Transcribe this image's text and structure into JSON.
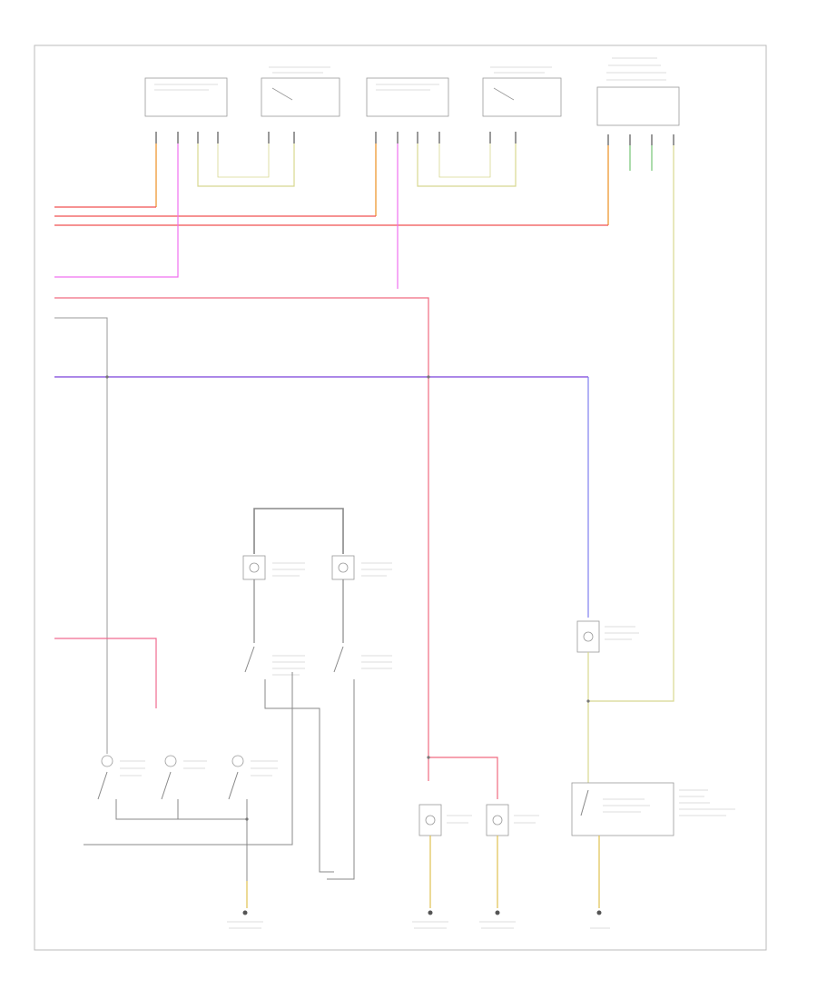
{
  "diagram": {
    "type": "wiring-diagram",
    "footer_tag": "",
    "colors": {
      "frame": "#bbbbbb",
      "component": "#999999",
      "wire_gray": "#888888",
      "wire_orange": "#f0a040",
      "wire_yellow": "#d8d890",
      "wire_pink": "#f06a80",
      "wire_red": "#f04a4a",
      "wire_magenta": "#f070f0",
      "wire_purple": "#9060e0",
      "wire_lavender": "#8080f0",
      "wire_lightpink": "#f090a8",
      "wire_green": "#88cc88"
    },
    "components": [
      {
        "id": "rr-window-motor",
        "kind": "module"
      },
      {
        "id": "rr-window-switch",
        "kind": "switch-module"
      },
      {
        "id": "lr-window-motor",
        "kind": "module"
      },
      {
        "id": "lr-window-switch",
        "kind": "switch-module"
      },
      {
        "id": "control-module",
        "kind": "module"
      },
      {
        "id": "rear-left-lamp",
        "kind": "lamp"
      },
      {
        "id": "rear-right-lamp",
        "kind": "lamp"
      },
      {
        "id": "rear-left-switch",
        "kind": "switch"
      },
      {
        "id": "rear-right-switch",
        "kind": "switch"
      },
      {
        "id": "left-door-switch",
        "kind": "switch"
      },
      {
        "id": "center-switch",
        "kind": "switch"
      },
      {
        "id": "right-door-switch",
        "kind": "switch"
      },
      {
        "id": "left-courtesy-lamp",
        "kind": "lamp"
      },
      {
        "id": "right-courtesy-lamp",
        "kind": "lamp"
      },
      {
        "id": "luggage-lamp",
        "kind": "lamp"
      },
      {
        "id": "luggage-switch",
        "kind": "switch-module"
      }
    ],
    "grounds": [
      {
        "id": "ground-1"
      },
      {
        "id": "ground-2"
      },
      {
        "id": "ground-3"
      },
      {
        "id": "ground-4"
      }
    ]
  }
}
